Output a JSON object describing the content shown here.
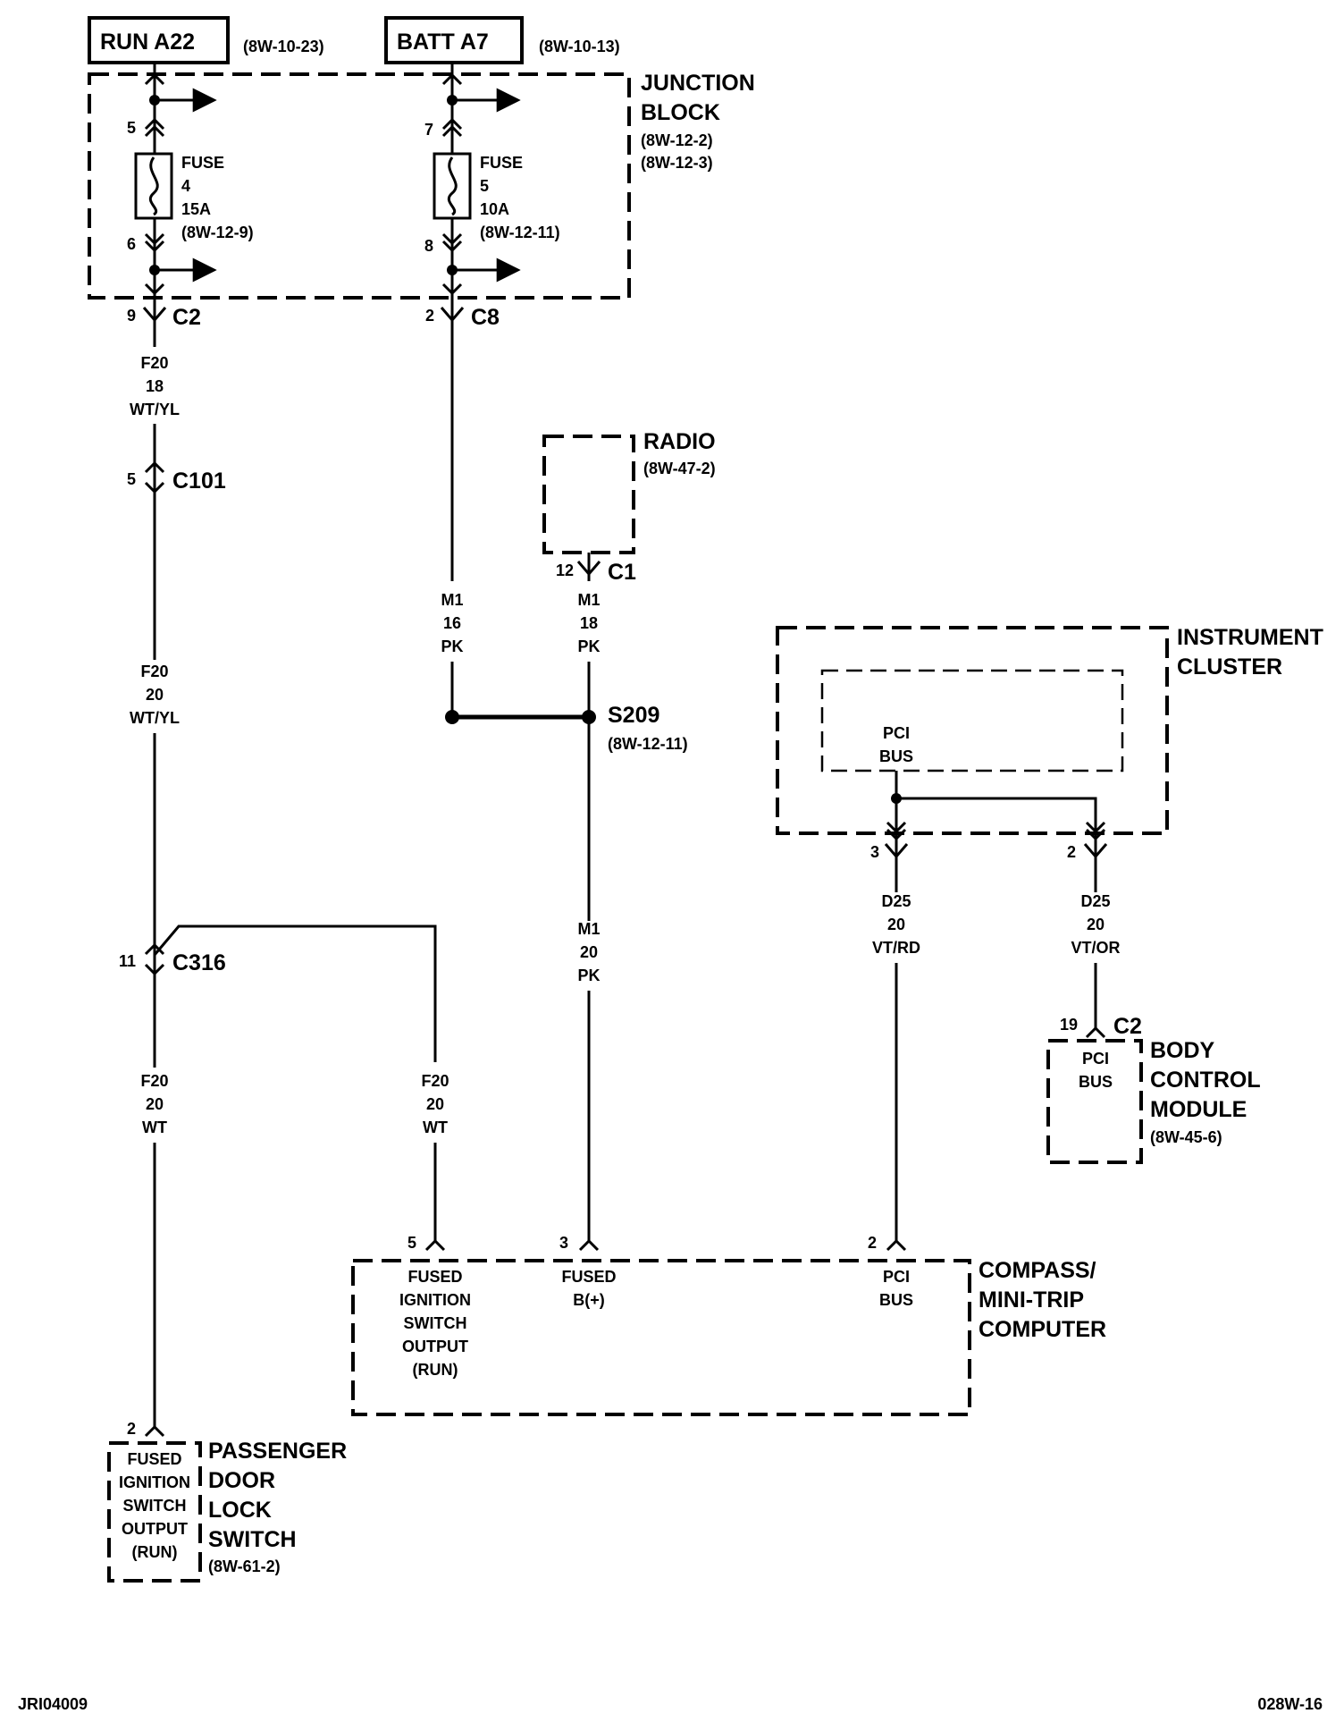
{
  "sources": {
    "run": {
      "label": "RUN A22",
      "ref": "(8W-10-23)"
    },
    "batt": {
      "label": "BATT A7",
      "ref": "(8W-10-13)"
    }
  },
  "junction_block": {
    "title1": "JUNCTION",
    "title2": "BLOCK",
    "ref1": "(8W-12-2)",
    "ref2": "(8W-12-3)",
    "fuse4": {
      "l1": "FUSE",
      "l2": "4",
      "l3": "15A",
      "l4": "(8W-12-9)",
      "pin_in": "5",
      "pin_out": "6"
    },
    "fuse5": {
      "l1": "FUSE",
      "l2": "5",
      "l3": "10A",
      "l4": "(8W-12-11)",
      "pin_in": "7",
      "pin_out": "8"
    }
  },
  "connectors": {
    "c2_top": {
      "pin": "9",
      "name": "C2"
    },
    "c8": {
      "pin": "2",
      "name": "C8"
    },
    "c101": {
      "pin": "5",
      "name": "C101"
    },
    "c316": {
      "pin": "11",
      "name": "C316"
    },
    "c1": {
      "pin": "12",
      "name": "C1"
    },
    "ic3": {
      "pin": "3"
    },
    "ic2": {
      "pin": "2"
    },
    "bcm": {
      "pin": "19",
      "name": "C2"
    },
    "cmp5": {
      "pin": "5"
    },
    "cmp3": {
      "pin": "3"
    },
    "cmp2": {
      "pin": "2"
    },
    "pds": {
      "pin": "2"
    }
  },
  "wires": {
    "w1": {
      "l1": "F20",
      "l2": "18",
      "l3": "WT/YL"
    },
    "w2": {
      "l1": "F20",
      "l2": "20",
      "l3": "WT/YL"
    },
    "w3": {
      "l1": "F20",
      "l2": "20",
      "l3": "WT"
    },
    "w4": {
      "l1": "F20",
      "l2": "20",
      "l3": "WT"
    },
    "w5": {
      "l1": "M1",
      "l2": "16",
      "l3": "PK"
    },
    "w6": {
      "l1": "M1",
      "l2": "18",
      "l3": "PK"
    },
    "w7": {
      "l1": "M1",
      "l2": "20",
      "l3": "PK"
    },
    "w8": {
      "l1": "D25",
      "l2": "20",
      "l3": "VT/RD"
    },
    "w9": {
      "l1": "D25",
      "l2": "20",
      "l3": "VT/OR"
    }
  },
  "splice": {
    "name": "S209",
    "ref": "(8W-12-11)"
  },
  "radio": {
    "title": "RADIO",
    "ref": "(8W-47-2)"
  },
  "instrument_cluster": {
    "title1": "INSTRUMENT",
    "title2": "CLUSTER",
    "inner1": "PCI",
    "inner2": "BUS"
  },
  "bcm": {
    "title1": "BODY",
    "title2": "CONTROL",
    "title3": "MODULE",
    "ref": "(8W-45-6)",
    "inner1": "PCI",
    "inner2": "BUS"
  },
  "compass": {
    "title1": "COMPASS/",
    "title2": "MINI-TRIP",
    "title3": "COMPUTER",
    "p5": [
      "FUSED",
      "IGNITION",
      "SWITCH",
      "OUTPUT",
      "(RUN)"
    ],
    "p3": [
      "FUSED",
      "B(+)"
    ],
    "p2": [
      "PCI",
      "BUS"
    ]
  },
  "door_switch": {
    "title1": "PASSENGER",
    "title2": "DOOR",
    "title3": "LOCK",
    "title4": "SWITCH",
    "ref": "(8W-61-2)",
    "inner": [
      "FUSED",
      "IGNITION",
      "SWITCH",
      "OUTPUT",
      "(RUN)"
    ]
  },
  "footer": {
    "left": "JRI04009",
    "right": "028W-16"
  }
}
